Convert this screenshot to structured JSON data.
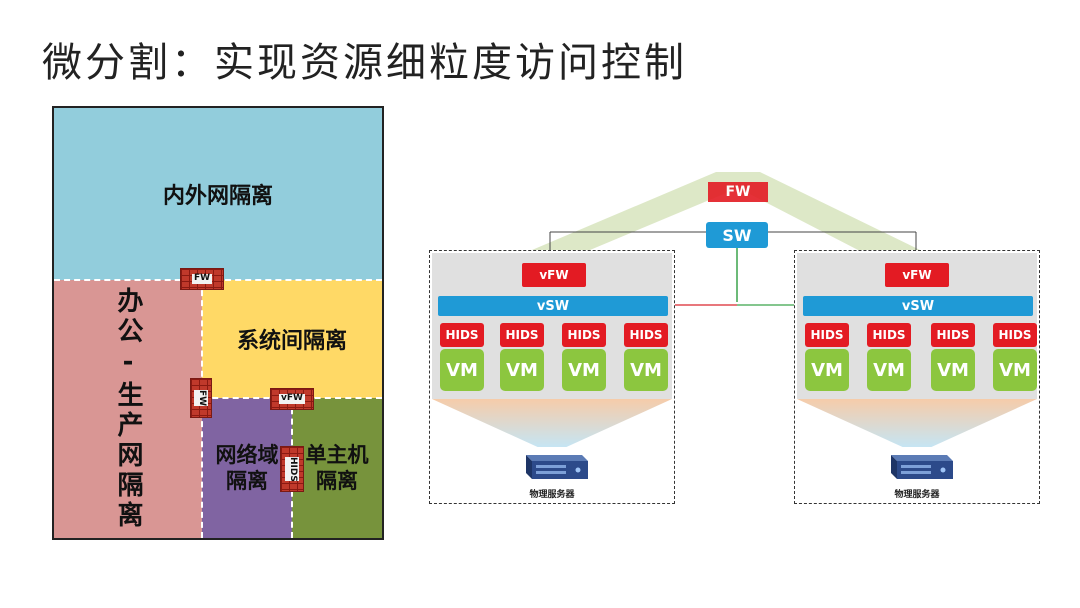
{
  "title": "微分割：实现资源细粒度访问控制",
  "zones": {
    "inner_outer": "内外网隔离",
    "office_production": "办公-生产网隔离",
    "system": "系统间隔离",
    "network_domain_l1": "网络域",
    "network_domain_l2": "隔离",
    "single_host_l1": "单主机",
    "single_host_l2": "隔离",
    "brick_fw_h": "FW",
    "brick_fw_v": "FW",
    "brick_vfw": "vFW",
    "brick_hids": "HIDS"
  },
  "arch": {
    "fw_label": "FW",
    "sw_label": "SW",
    "hosts": [
      {
        "vfw_label": "vFW",
        "vsw_label": "vSW",
        "hids": [
          "HIDS",
          "HIDS",
          "HIDS",
          "HIDS"
        ],
        "vms": [
          "VM",
          "VM",
          "VM",
          "VM"
        ],
        "server_label": "物理服务器"
      },
      {
        "vfw_label": "vFW",
        "vsw_label": "vSW",
        "hids": [
          "HIDS",
          "HIDS",
          "HIDS",
          "HIDS"
        ],
        "vms": [
          "VM",
          "VM",
          "VM",
          "VM"
        ],
        "server_label": "物理服务器"
      }
    ],
    "colors": {
      "firewall": "#e31b23",
      "switch": "#1f9ad6",
      "vm": "#8cc63f",
      "red_link": "#d9262f",
      "green_link": "#3aa34a"
    }
  }
}
